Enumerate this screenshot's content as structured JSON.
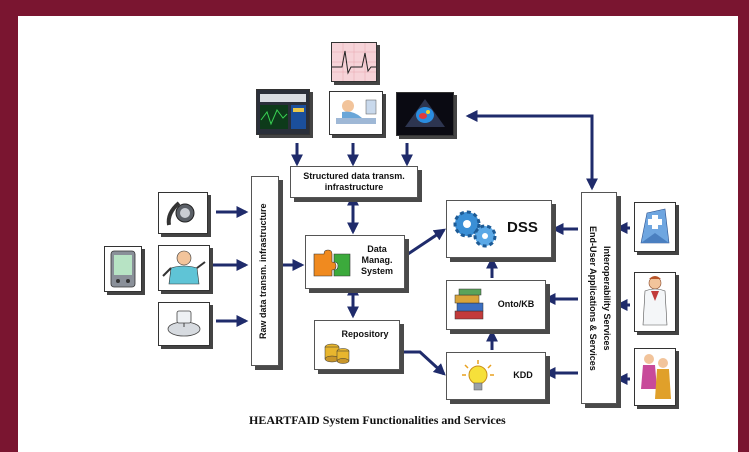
{
  "caption": "HEARTFAID System Functionalities and Services",
  "boxes": {
    "raw_data": "Raw data transm. infrastructure",
    "structured_data": "Structured data transm. infrastructure",
    "data_manag_line1": "Data",
    "data_manag_line2": "Manag.",
    "data_manag_line3": "System",
    "repository": "Repository",
    "dss": "DSS",
    "onto_kb": "Onto/KB",
    "kdd": "KDD",
    "end_user_line1": "End-User Applications & Services",
    "end_user_line2": "Interoperability Services"
  },
  "icons": {
    "ecg": "ecg-chart-icon",
    "monitor": "patient-monitor-icon",
    "patient_bed": "patient-bed-icon",
    "echo": "echocardiogram-icon",
    "watch": "wearable-watch-icon",
    "pda": "pda-device-icon",
    "person": "person-sensor-icon",
    "scale": "scale-device-icon",
    "puzzle": "puzzle-icon",
    "database": "database-icon",
    "gears": "gears-icon",
    "books": "books-icon",
    "bulb": "lightbulb-icon",
    "hospital": "hospital-icon",
    "doctor": "doctor-icon",
    "people": "people-icon"
  },
  "colors": {
    "frame": "#7a1530",
    "arrow": "#1f2b6b"
  }
}
